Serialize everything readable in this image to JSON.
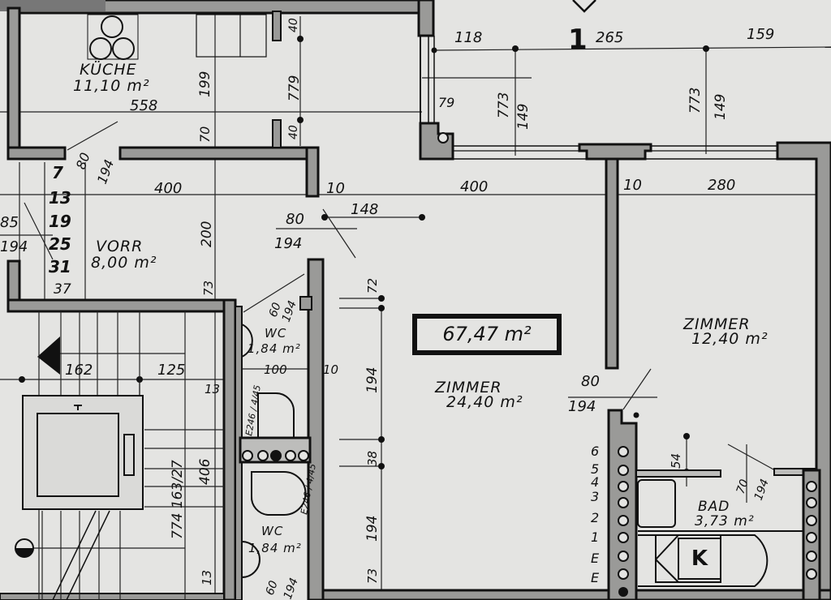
{
  "plan": {
    "background": "#e4e4e2",
    "wall_color": "#111111",
    "wall_fill": "#9a9a98",
    "line_color": "#222222",
    "total_area": "67,47 m²",
    "rooms": [
      {
        "id": "kueche",
        "name": "KÜCHE",
        "area": "11,10 m²"
      },
      {
        "id": "vorr",
        "name": "VORR",
        "area": "8,00 m²"
      },
      {
        "id": "wc1",
        "name": "WC",
        "area": "1,84 m²"
      },
      {
        "id": "wc2",
        "name": "WC",
        "area": "1,84 m²"
      },
      {
        "id": "zimmer1",
        "name": "ZIMMER",
        "area": "24,40 m²"
      },
      {
        "id": "zimmer2",
        "name": "ZIMMER",
        "area": "12,40 m²"
      },
      {
        "id": "bad",
        "name": "BAD",
        "area": "3,73 m²"
      }
    ],
    "dimensions": {
      "top_118": "118",
      "top_265": "265",
      "top_159": "159",
      "marker_1": "1",
      "kueche_558": "558",
      "kueche_199": "199",
      "kueche_779": "779",
      "kueche_40a": "40",
      "kueche_40b": "40",
      "kueche_70": "70",
      "win_79": "79",
      "win_773a": "773",
      "win_149a": "149",
      "win_773b": "773",
      "win_149b": "149",
      "door_kueche_80": "80",
      "door_kueche_194": "194",
      "vorr_400": "400",
      "vorr_200": "200",
      "vorr_73": "73",
      "vorr_10": "10",
      "door_z_80": "80",
      "door_z_194": "194",
      "dim_148": "148",
      "zimmer_400": "400",
      "zimmer_10": "10",
      "zimmer_280": "280",
      "left_85": "85",
      "left_194": "194",
      "steps": [
        "7",
        "13",
        "19",
        "25",
        "31",
        "37"
      ],
      "wc_60": "60",
      "wc_194": "194",
      "wc_100": "100",
      "wc_10": "10",
      "wc_sink": "E246 / 4/45",
      "wc2_sink": "E246 / 4/45",
      "z1_72": "72",
      "z1_194a": "194",
      "z1_38": "38",
      "z1_194b": "194",
      "z1_73": "73",
      "stair_162": "162",
      "stair_125": "125",
      "stair_13a": "13",
      "stair_1631": "774 163/27",
      "stair_406": "406",
      "stair_13b": "13",
      "z2_door_80": "80",
      "z2_door_194": "194",
      "bad_54": "54",
      "bad_70": "70",
      "bad_194": "194",
      "riser_numbers": [
        "6",
        "5",
        "4",
        "3",
        "2",
        "1",
        "E",
        "E"
      ],
      "wc2_60": "60",
      "wc2_194": "194"
    },
    "symbols": {
      "north_marker": "diamond-north-icon",
      "stair_arrow": "triangle-arrow-icon",
      "section_marker": "section-circle-icon",
      "stove": "stove-burners-icon",
      "bath_k": "K"
    }
  }
}
